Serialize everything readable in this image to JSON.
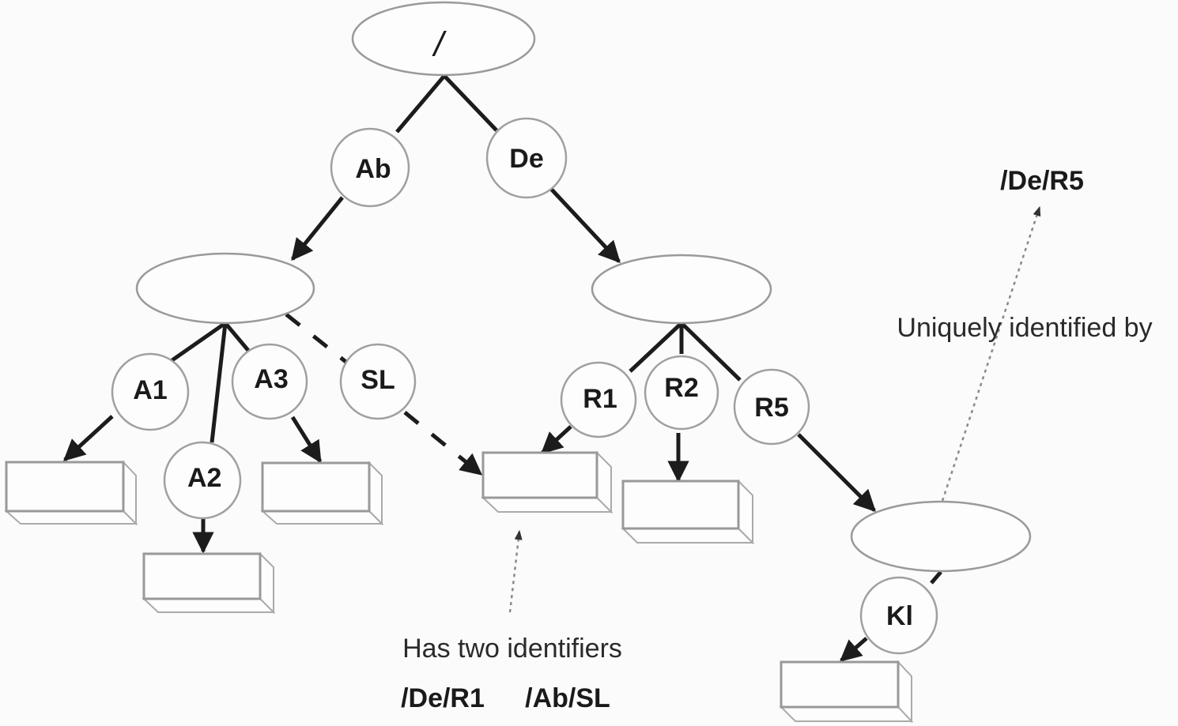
{
  "diagram": {
    "title": "",
    "root_label": "/",
    "nodes": [
      {
        "id": "root",
        "type": "directory",
        "label": "/"
      },
      {
        "id": "dirAb",
        "type": "directory",
        "label": ""
      },
      {
        "id": "dirDe",
        "type": "directory",
        "label": ""
      },
      {
        "id": "dirR5",
        "type": "directory",
        "label": ""
      },
      {
        "id": "fileA1",
        "type": "file",
        "label": ""
      },
      {
        "id": "fileA2",
        "type": "file",
        "label": ""
      },
      {
        "id": "fileA3",
        "type": "file",
        "label": ""
      },
      {
        "id": "fileShared",
        "type": "file",
        "label": ""
      },
      {
        "id": "fileR2",
        "type": "file",
        "label": ""
      },
      {
        "id": "fileKl",
        "type": "file",
        "label": ""
      }
    ],
    "edge_labels": {
      "Ab": "Ab",
      "De": "De",
      "A1": "A1",
      "A2": "A2",
      "A3": "A3",
      "SL": "SL",
      "R1": "R1",
      "R2": "R2",
      "R5": "R5",
      "Kl": "Kl"
    },
    "edges": [
      {
        "from": "root",
        "to": "dirAb",
        "label": "Ab",
        "style": "solid"
      },
      {
        "from": "root",
        "to": "dirDe",
        "label": "De",
        "style": "solid"
      },
      {
        "from": "dirAb",
        "to": "fileA1",
        "label": "A1",
        "style": "solid"
      },
      {
        "from": "dirAb",
        "to": "fileA2",
        "label": "A2",
        "style": "solid"
      },
      {
        "from": "dirAb",
        "to": "fileA3",
        "label": "A3",
        "style": "solid"
      },
      {
        "from": "dirAb",
        "to": "fileShared",
        "label": "SL",
        "style": "dashed"
      },
      {
        "from": "dirDe",
        "to": "fileShared",
        "label": "R1",
        "style": "solid"
      },
      {
        "from": "dirDe",
        "to": "fileR2",
        "label": "R2",
        "style": "solid"
      },
      {
        "from": "dirDe",
        "to": "dirR5",
        "label": "R5",
        "style": "solid"
      },
      {
        "from": "dirR5",
        "to": "fileKl",
        "label": "Kl",
        "style": "solid"
      }
    ],
    "annotations": {
      "shared": {
        "text": "Has two identifiers",
        "ids": [
          "/De/R1",
          "/Ab/SL"
        ]
      },
      "unique": {
        "text": "Uniquely identified by",
        "id": "/De/R5"
      }
    }
  }
}
